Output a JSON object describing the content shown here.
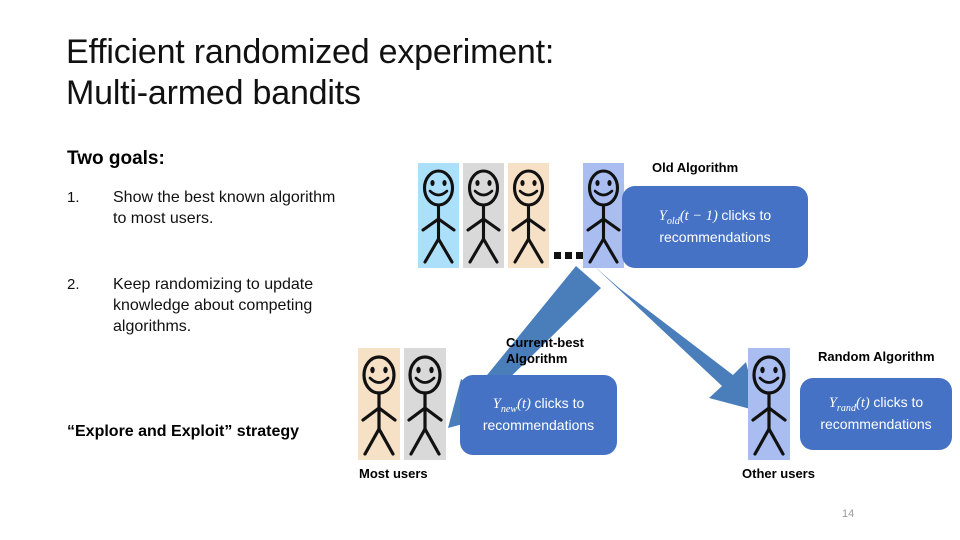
{
  "slide": {
    "title_line1": "Efficient randomized experiment:",
    "title_line2": "Multi-armed bandits",
    "page_number": "14"
  },
  "left_panel": {
    "heading": "Two goals:",
    "items": [
      {
        "num": "1.",
        "text": "Show the best known algorithm to most users."
      },
      {
        "num": "2.",
        "text": "Keep randomizing to update knowledge about competing algorithms."
      }
    ],
    "strategy": "“Explore and Exploit” strategy"
  },
  "diagram": {
    "top_group": {
      "label": "",
      "figure_colors": [
        "#ace0fa",
        "#d9d9d9",
        "#f6e0c6",
        "#a9bdf0"
      ],
      "ellipsis": "..."
    },
    "old_algorithm": {
      "label": "Old Algorithm",
      "formula_var": "Y",
      "formula_sub": "old",
      "formula_arg": "(t − 1)",
      "formula_tail": "clicks to",
      "formula_line2": "recommendations"
    },
    "current_best_algorithm": {
      "label_line1": "Current-best",
      "label_line2": "Algorithm",
      "formula_var": "Y",
      "formula_sub": "new",
      "formula_arg": "(t)",
      "formula_tail": "clicks to",
      "formula_line2": "recommendations"
    },
    "random_algorithm": {
      "label": "Random Algorithm",
      "formula_var": "Y",
      "formula_sub": "rand",
      "formula_arg": "(t)",
      "formula_tail": "clicks to",
      "formula_line2": "recommendations"
    },
    "most_users": {
      "label": "Most users",
      "figure_colors": [
        "#f6e0c6",
        "#d9d9d9"
      ]
    },
    "other_users": {
      "label": "Other users",
      "figure_colors": [
        "#a9bdf0"
      ]
    },
    "accent_color": "#4572c4",
    "arrow_color": "#4a7ebb"
  }
}
